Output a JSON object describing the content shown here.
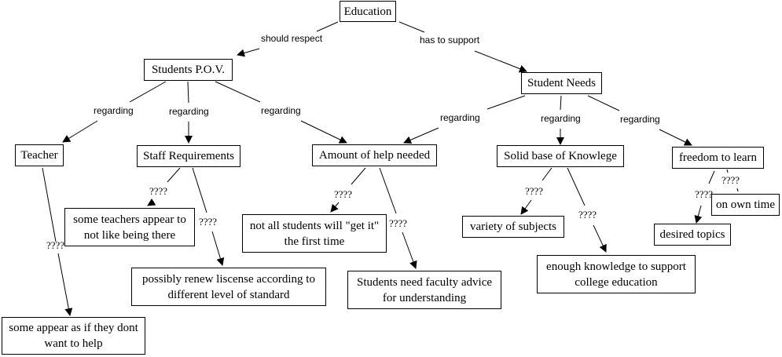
{
  "diagram": {
    "type": "concept-map",
    "nodes": {
      "education": "Education",
      "students_pov": "Students P.O.V.",
      "student_needs": "Student Needs",
      "teacher": "Teacher",
      "staff_requirements": "Staff Requirements",
      "amount_help": "Amount of help needed",
      "solid_base": "Solid base of Knowlege",
      "freedom": "freedom to learn",
      "teachers_dislike": "some teachers appear to\nnot like being there",
      "renew_license": "possibly renew liscense according to\ndifferent level of standard",
      "dont_want_help": "some appear as if they dont\nwant to help",
      "not_get_it": "not all students will \"get it\"\nthe first time",
      "faculty_advice": "Students need faculty advice\nfor understanding",
      "variety": "variety of subjects",
      "enough_knowledge": "enough knowledge to support\ncollege education",
      "desired_topics": "desired topics",
      "own_time": "on own time"
    },
    "links": {
      "should_respect": "should respect",
      "has_to_support": "has to support",
      "pov_regarding_teacher": "regarding",
      "pov_regarding_staff": "regarding",
      "pov_regarding_help": "regarding",
      "needs_regarding_help": "regarding",
      "needs_regarding_base": "regarding",
      "needs_regarding_freedom": "regarding",
      "teacher_q": "????",
      "staff_q1": "????",
      "staff_q2": "????",
      "help_q1": "????",
      "help_q2": "????",
      "base_q1": "????",
      "base_q2": "????",
      "freedom_q1": "????",
      "freedom_q2": "????"
    },
    "edges": [
      [
        "education",
        "should_respect",
        "students_pov"
      ],
      [
        "education",
        "has_to_support",
        "student_needs"
      ],
      [
        "students_pov",
        "pov_regarding_teacher",
        "teacher"
      ],
      [
        "students_pov",
        "pov_regarding_staff",
        "staff_requirements"
      ],
      [
        "students_pov",
        "pov_regarding_help",
        "amount_help"
      ],
      [
        "student_needs",
        "needs_regarding_help",
        "amount_help"
      ],
      [
        "student_needs",
        "needs_regarding_base",
        "solid_base"
      ],
      [
        "student_needs",
        "needs_regarding_freedom",
        "freedom"
      ],
      [
        "teacher",
        "teacher_q",
        "dont_want_help"
      ],
      [
        "staff_requirements",
        "staff_q1",
        "teachers_dislike"
      ],
      [
        "staff_requirements",
        "staff_q2",
        "renew_license"
      ],
      [
        "amount_help",
        "help_q1",
        "not_get_it"
      ],
      [
        "amount_help",
        "help_q2",
        "faculty_advice"
      ],
      [
        "solid_base",
        "base_q1",
        "variety"
      ],
      [
        "solid_base",
        "base_q2",
        "enough_knowledge"
      ],
      [
        "freedom",
        "freedom_q1",
        "desired_topics"
      ],
      [
        "freedom",
        "freedom_q2",
        "own_time"
      ]
    ]
  }
}
